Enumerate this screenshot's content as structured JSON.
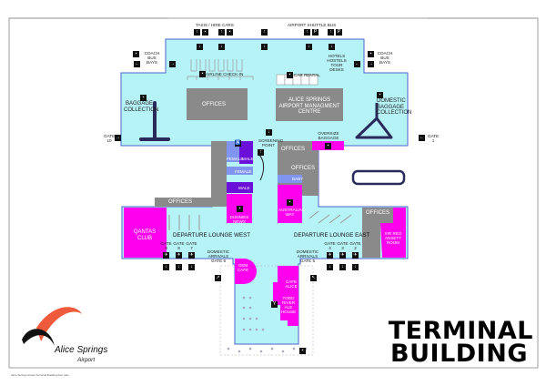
{
  "title": {
    "line1": "TERMINAL",
    "line2": "BUILDING"
  },
  "logo": {
    "name": "Alice Springs",
    "sub": "Airport"
  },
  "colors": {
    "floor": "#b6f3f7",
    "wall": "#4a66cc",
    "shop": "#ff00ee",
    "office": "#8a8a8a",
    "toilet_f": "#7f95f0",
    "toilet_m": "#6a10d8"
  },
  "signs": {
    "taxis": "TAXIS / HIRE CARS",
    "shuttle": "AIRPORT SHUTTLE BUS",
    "coach_left": "COACH BUS BAYS",
    "coach_right": "COACH BUS BAYS",
    "hotels": "HOTELS HOSTELS TOUR DESKS",
    "gate_left": "GATE 10",
    "gate_right": "GATE 1"
  },
  "areas": {
    "airline_checkin": "AIRLINE CHECK-IN",
    "car_rental": "CAR RENTAL",
    "offices_main": "OFFICES",
    "management": "ALICE SPRINGS AIRPORT MANAGMENT CENTRE",
    "baggage_left": "BAGGAGE COLLECTION",
    "baggage_right": "DOMESTIC BAGGAGE COLLECTION",
    "screening": "SCREENING POINT",
    "oversize": "OVERSIZE BAGGAGE",
    "offices_mid1": "OFFICES",
    "offices_mid2": "OFFICES",
    "female1": "FEMALE",
    "male1": "MALE",
    "female2": "FEMALE",
    "male2": "MALE",
    "baby": "BABY",
    "offices_west": "OFFICES",
    "news": "DUNNIES NEWS",
    "australian_way": "AUSTRALIAN WAY",
    "qantas": "QANTAS CLUB",
    "lounge_west": "DEPARTURE LOUNGE WEST",
    "lounge_east": "DEPARTURE LOUNGE EAST",
    "offices_east": "OFFICES",
    "sir_reg": "SIR REG ANSETT ROOM",
    "arrivals_west": "DOMESTIC ARRIVALS GATE 6",
    "arrivals_east": "DOMESTIC ARRIVALS GATE 5",
    "gem_cafe": "GEM CAFE",
    "cafe_alice": "CAFE ALICE",
    "ale_house": "TODD RIVER ALE HOUSE",
    "gates_west": [
      "GATE 9",
      "GATE 8",
      "GATE 7"
    ],
    "gates_east": [
      "GATE 4",
      "GATE 3",
      "GATE 2"
    ]
  },
  "footer": "Alice Springs Airport Terminal Building floor plan"
}
